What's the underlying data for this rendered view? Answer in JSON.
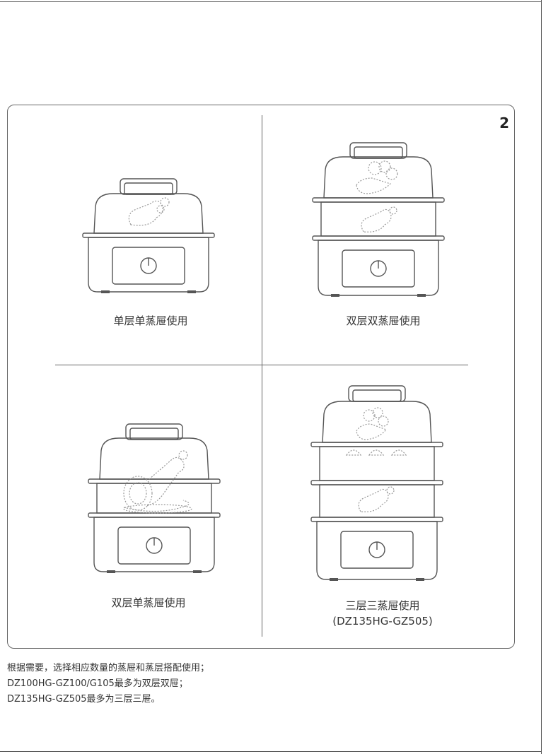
{
  "page_number": "2",
  "panels": [
    {
      "caption": "单层单蒸屉使用"
    },
    {
      "caption": "双层双蒸屉使用"
    },
    {
      "caption": "双层单蒸屉使用"
    },
    {
      "caption": "三层三蒸屉使用",
      "subcaption": "(DZ135HG-GZ505)"
    }
  ],
  "notes": [
    "根据需要，选择相应数量的蒸屉和蒸层搭配使用；",
    "DZ100HG-GZ100/G105最多为双层双屉；",
    "DZ135HG-GZ505最多为三层三屉。"
  ],
  "colors": {
    "line": "#555555",
    "dotted": "#999999"
  }
}
